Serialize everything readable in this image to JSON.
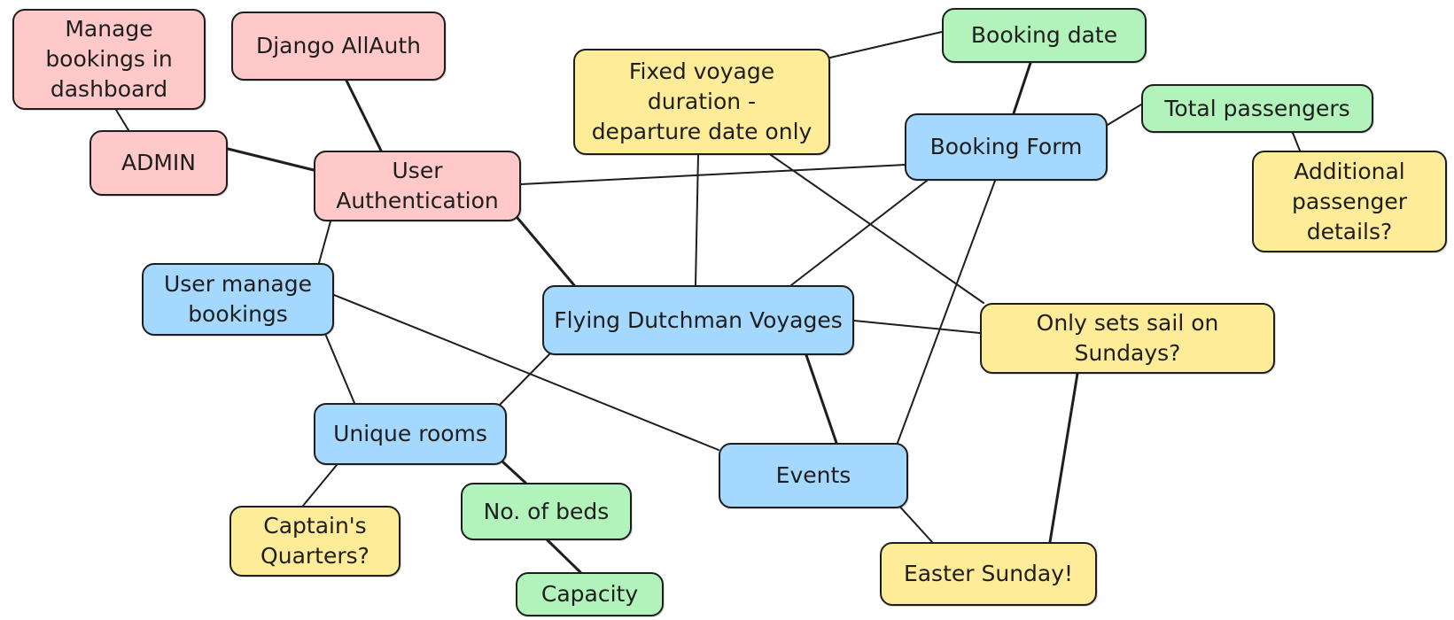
{
  "colors": {
    "pink": "#ffc9c9",
    "blue": "#a5d8ff",
    "green": "#b2f2bb",
    "yellow": "#ffec99",
    "stroke": "#1e1e1e"
  },
  "nodes": {
    "manage_bookings_dashboard": "Manage\nbookings in\ndashboard",
    "django_allauth": "Django AllAuth",
    "admin": "ADMIN",
    "user_authentication": "User\nAuthentication",
    "user_manage_bookings": "User manage\nbookings",
    "fixed_voyage_duration": "Fixed voyage\nduration -\ndeparture date only",
    "booking_date": "Booking date",
    "booking_form": "Booking Form",
    "total_passengers": "Total passengers",
    "additional_passenger_details": "Additional\npassenger\ndetails?",
    "flying_dutchman_voyages": "Flying Dutchman Voyages",
    "only_sets_sail_sundays": "Only sets sail on\nSundays?",
    "unique_rooms": "Unique rooms",
    "events": "Events",
    "captains_quarters": "Captain's\nQuarters?",
    "no_of_beds": "No. of beds",
    "capacity": "Capacity",
    "easter_sunday": "Easter Sunday!"
  }
}
